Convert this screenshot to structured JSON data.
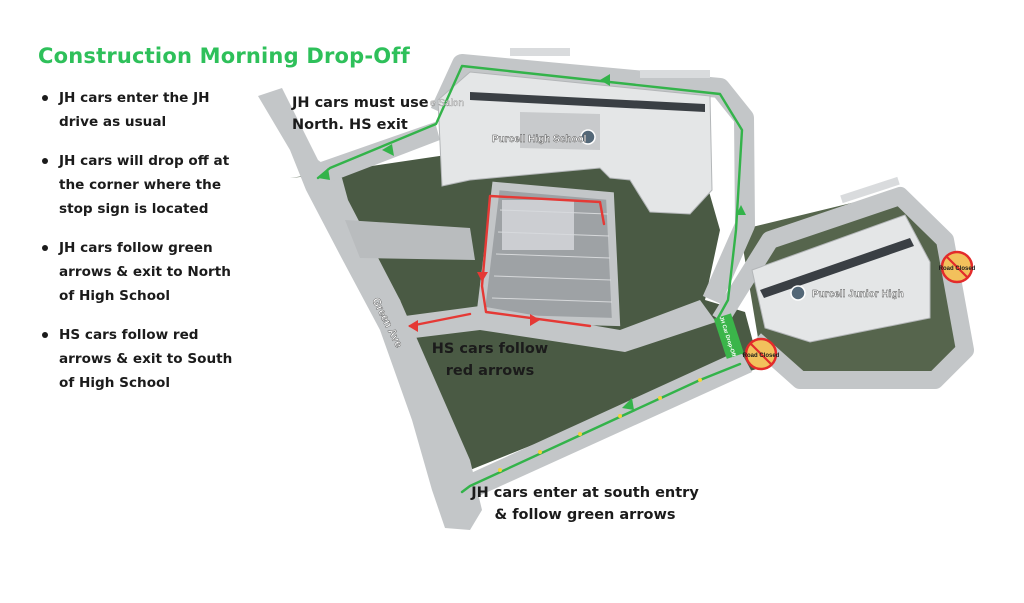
{
  "title": "Construction Morning Drop-Off",
  "colors": {
    "title": "#2ec05a",
    "green_arrow": "#33b34a",
    "red_arrow": "#e53935",
    "road": "#bfc2c4",
    "building": "#dfe1e2",
    "grass": "#43533f",
    "closed_sign": "#f2c15c",
    "closed_ring": "#e32b2b"
  },
  "bullets": [
    "JH cars enter the JH drive as usual",
    "JH cars will drop off at the corner where the stop sign is located",
    "JH cars follow green arrows & exit to North of High School",
    "HS cars follow red arrows & exit to South of High School"
  ],
  "annotations": {
    "jh_north_exit": "JH cars  must  use North. HS exit",
    "hs_red": "HS cars follow red arrows",
    "jh_south": "JH cars enter at south entry & follow green arrows"
  },
  "map_labels": {
    "high_school": "Purcell High School",
    "junior_high": "Purcell Junior High",
    "salon": "e Salon",
    "street": "Green Ave",
    "dropoff_sign": "JH Car Drop-Off",
    "road_closed_1": "Road Closed",
    "road_closed_2": "Road Closed"
  }
}
